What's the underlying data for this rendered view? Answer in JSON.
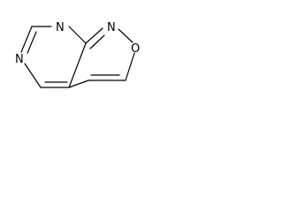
{
  "structure": {
    "atoms": {
      "n_top": "N",
      "n_ring_junction": "N",
      "o_ring": "O",
      "n_left": "N"
    }
  }
}
